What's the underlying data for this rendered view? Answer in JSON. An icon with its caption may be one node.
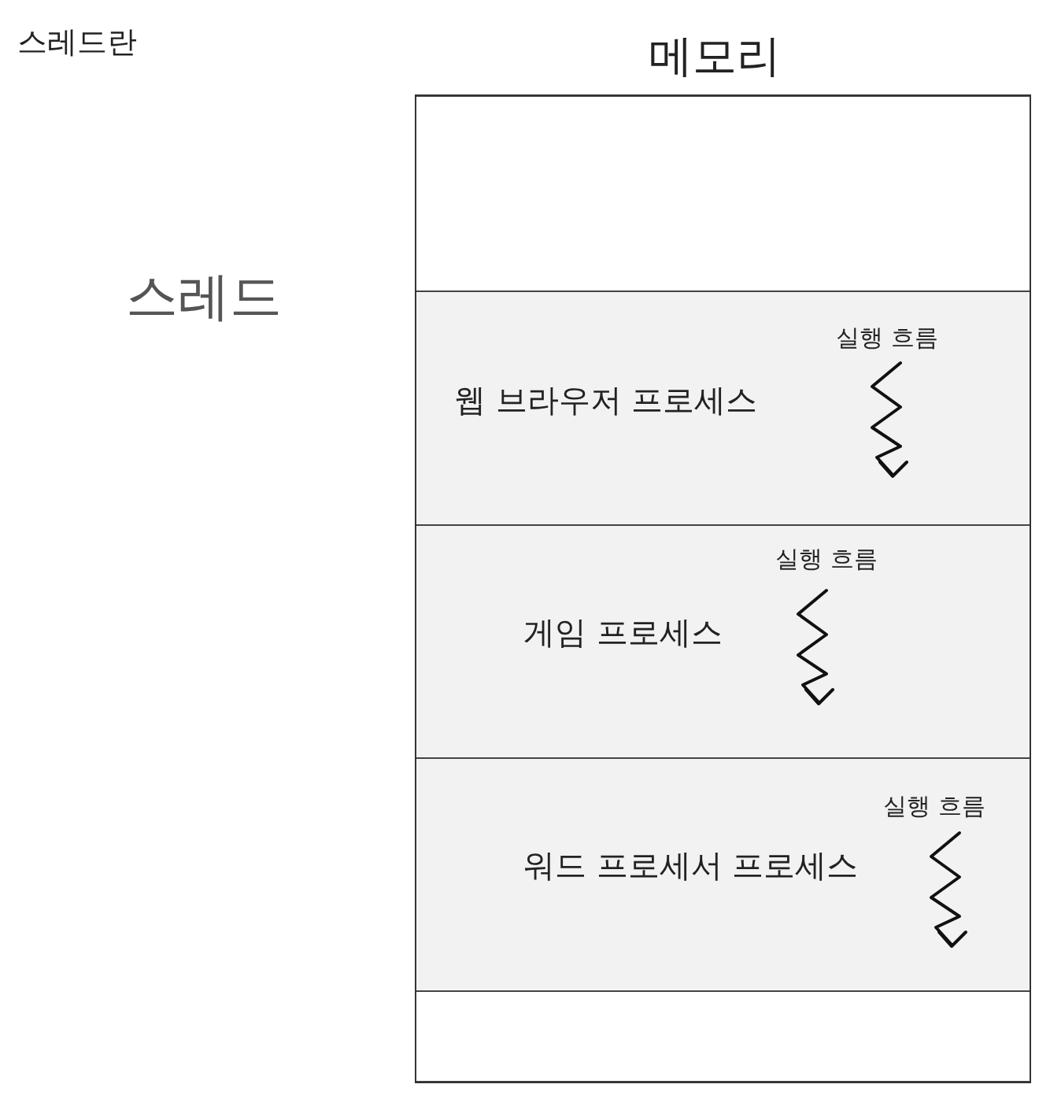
{
  "diagram": {
    "title": "스레드란",
    "nodes": [
      {
        "text": [
          "메모리"
        ]
      },
      {
        "text": [],
        "shape": "box",
        "in": 0
      },
      {
        "text": [
          "웹 브라우저 프로세스",
          "실행 흐름"
        ],
        "in": 0
      },
      {
        "text": [
          "게임 프로세스",
          "실행 흐름"
        ],
        "in": 0
      },
      {
        "text": [
          "워드 프로세서 프로세스",
          "실행 흐름"
        ],
        "in": 0
      },
      {
        "text": [],
        "shape": "box",
        "in": 0
      }
    ],
    "edges": [],
    "labels": [
      "스레드"
    ]
  }
}
